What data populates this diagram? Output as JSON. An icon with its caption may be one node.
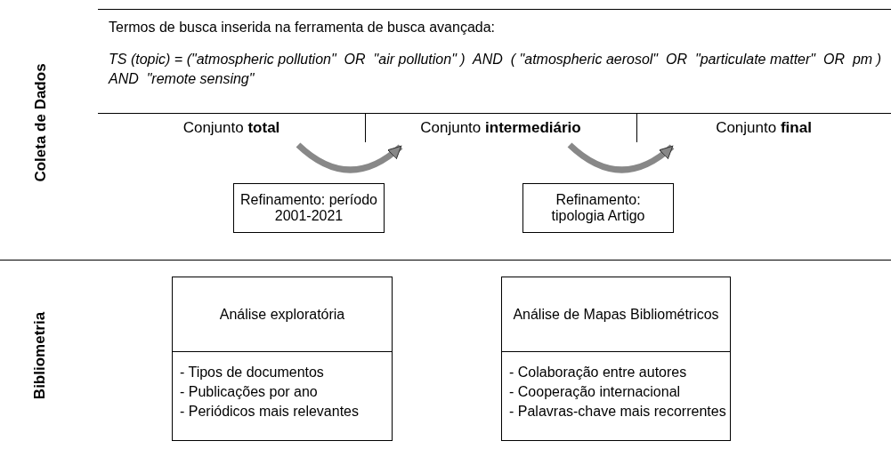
{
  "diagram": {
    "nodes": [
      {
        "text": [
          "Coleta de Dados"
        ]
      },
      {
        "text": [
          "Conjunto **total**"
        ],
        "in": 0
      },
      {
        "text": [
          "Conjunto **intermediário**"
        ],
        "in": 0
      },
      {
        "text": [
          "Conjunto **final**"
        ],
        "in": 0
      },
      {
        "text": [
          "Refinamento: período 2001-2021"
        ],
        "in": 0
      },
      {
        "text": [
          "Refinamento: tipologia Artigo"
        ],
        "in": 0
      },
      {
        "text": [
          "Bibliometria"
        ]
      },
      {
        "text": [
          "Análise exploratória",
          "- Tipos de documentos",
          "- Publicações por ano",
          "- Periódicos mais relevantes"
        ],
        "in": 6
      },
      {
        "text": [
          "Análise de Mapas Bibliométricos",
          "- Colaboração entre autores",
          "- Cooperação internacional",
          "- Palavras-chave mais recorrentes"
        ],
        "in": 6
      }
    ],
    "edges": [
      {
        "from": 1,
        "to": 2,
        "arrow": "to"
      },
      {
        "from": 2,
        "to": 3,
        "arrow": "to"
      }
    ],
    "labels": [
      "Termos de busca inserida na ferramenta de busca avançada:",
      "TS (topic) = (\"atmospheric pollution\"  OR  \"air pollution\" )  AND  ( \"atmospheric aerosol\"  OR  \"particulate matter\"  OR  pm )  AND  \"remote sensing\""
    ]
  }
}
